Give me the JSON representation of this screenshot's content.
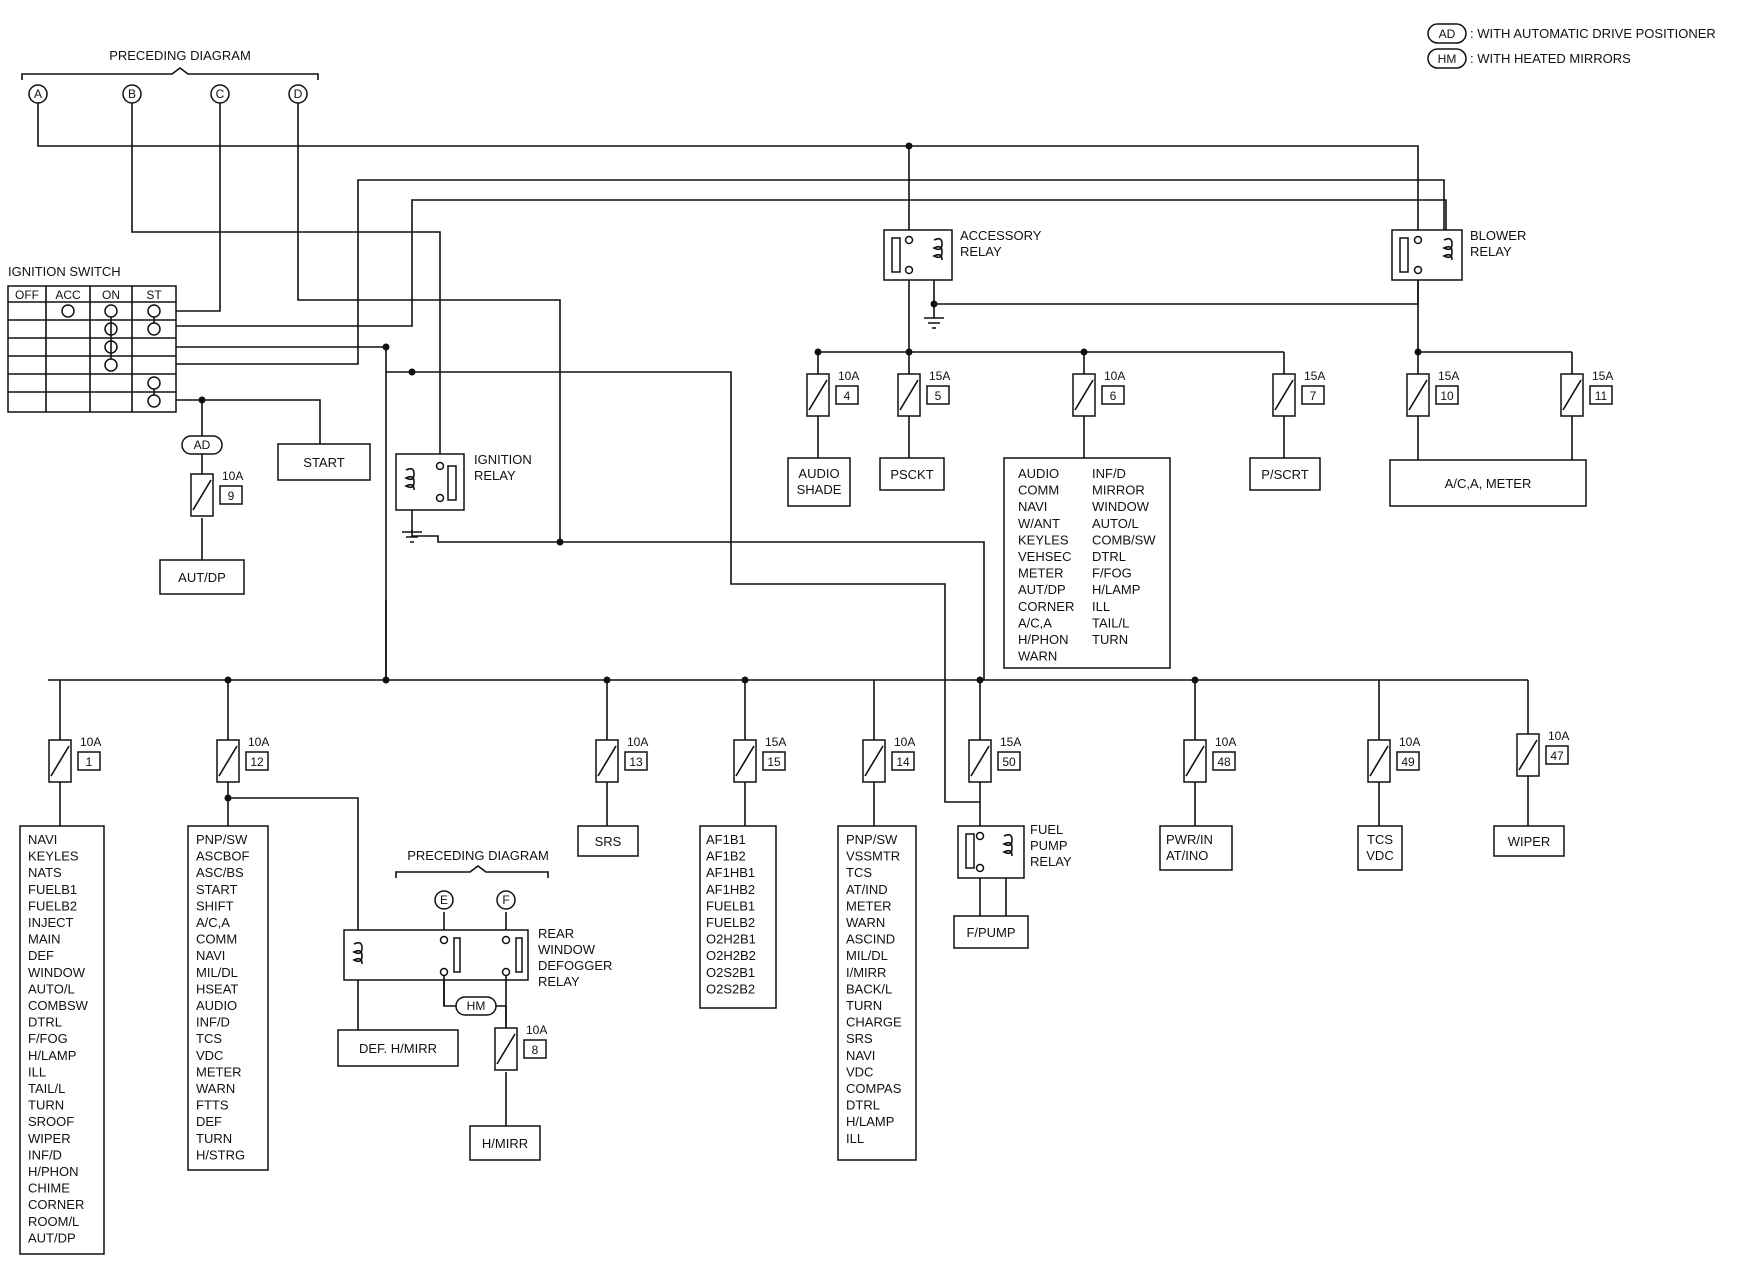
{
  "legend": {
    "ad": {
      "code": "AD",
      "text": ": WITH AUTOMATIC DRIVE POSITIONER"
    },
    "hm": {
      "code": "HM",
      "text": ": WITH HEATED MIRRORS"
    }
  },
  "preceding_top": {
    "title": "PRECEDING DIAGRAM",
    "connectors": [
      "A",
      "B",
      "C",
      "D"
    ]
  },
  "ignition_switch": {
    "title": "IGNITION SWITCH",
    "headers": [
      "OFF",
      "ACC",
      "ON",
      "ST"
    ]
  },
  "labels": {
    "start": "START",
    "autdp": "AUT/DP",
    "ad_tag": "AD",
    "ignition_relay": [
      "IGNITION",
      "RELAY"
    ],
    "accessory_relay": [
      "ACCESSORY",
      "RELAY"
    ],
    "blower_relay": [
      "BLOWER",
      "RELAY"
    ],
    "audio_shade": [
      "AUDIO",
      "SHADE"
    ],
    "psckt": "PSCKT",
    "pscrt": "P/SCRT",
    "acameter": "A/C,A, METER",
    "srs": "SRS",
    "fuel_pump_relay": [
      "FUEL",
      "PUMP",
      "RELAY"
    ],
    "fpump": "F/PUMP",
    "pwrin": [
      "PWR/IN",
      "AT/INO"
    ],
    "tcsvdc": [
      "TCS",
      "VDC"
    ],
    "wiper": "WIPER",
    "preceding_bottom": "PRECEDING DIAGRAM",
    "conn_e": "E",
    "conn_f": "F",
    "defogger_relay": [
      "REAR",
      "WINDOW",
      "DEFOGGER",
      "RELAY"
    ],
    "hm_tag": "HM",
    "def_hmirr": "DEF. H/MIRR",
    "hmirr": "H/MIRR"
  },
  "fuses": [
    {
      "id": "f9",
      "rating": "10A",
      "number": "9"
    },
    {
      "id": "f4",
      "rating": "10A",
      "number": "4"
    },
    {
      "id": "f5",
      "rating": "15A",
      "number": "5"
    },
    {
      "id": "f6",
      "rating": "10A",
      "number": "6"
    },
    {
      "id": "f7",
      "rating": "15A",
      "number": "7"
    },
    {
      "id": "f10",
      "rating": "15A",
      "number": "10"
    },
    {
      "id": "f11",
      "rating": "15A",
      "number": "11"
    },
    {
      "id": "f1",
      "rating": "10A",
      "number": "1"
    },
    {
      "id": "f12",
      "rating": "10A",
      "number": "12"
    },
    {
      "id": "f13",
      "rating": "10A",
      "number": "13"
    },
    {
      "id": "f15",
      "rating": "15A",
      "number": "15"
    },
    {
      "id": "f14",
      "rating": "10A",
      "number": "14"
    },
    {
      "id": "f50",
      "rating": "15A",
      "number": "50"
    },
    {
      "id": "f48",
      "rating": "10A",
      "number": "48"
    },
    {
      "id": "f49",
      "rating": "10A",
      "number": "49"
    },
    {
      "id": "f47",
      "rating": "10A",
      "number": "47"
    },
    {
      "id": "f8",
      "rating": "10A",
      "number": "8"
    }
  ],
  "lists": {
    "fuse6_left": [
      "AUDIO",
      "COMM",
      "NAVI",
      "W/ANT",
      "KEYLES",
      "VEHSEC",
      "METER",
      "AUT/DP",
      "CORNER",
      "A/C,A",
      "H/PHON",
      "WARN"
    ],
    "fuse6_right": [
      "INF/D",
      "MIRROR",
      "WINDOW",
      "AUTO/L",
      "COMB/SW",
      "DTRL",
      "F/FOG",
      "H/LAMP",
      "ILL",
      "TAIL/L",
      "TURN"
    ],
    "fuse1": [
      "NAVI",
      "KEYLES",
      "NATS",
      "FUELB1",
      "FUELB2",
      "INJECT",
      "MAIN",
      "DEF",
      "WINDOW",
      "AUTO/L",
      "COMBSW",
      "DTRL",
      "F/FOG",
      "H/LAMP",
      "ILL",
      "TAIL/L",
      "TURN",
      "SROOF",
      "WIPER",
      "INF/D",
      "H/PHON",
      "CHIME",
      "CORNER",
      "ROOM/L",
      "AUT/DP"
    ],
    "fuse12": [
      "PNP/SW",
      "ASCBOF",
      "ASC/BS",
      "START",
      "SHIFT",
      "A/C,A",
      "COMM",
      "NAVI",
      "MIL/DL",
      "HSEAT",
      "AUDIO",
      "INF/D",
      "TCS",
      "VDC",
      "METER",
      "WARN",
      "FTTS",
      "DEF",
      "TURN",
      "H/STRG"
    ],
    "fuse15": [
      "AF1B1",
      "AF1B2",
      "AF1HB1",
      "AF1HB2",
      "FUELB1",
      "FUELB2",
      "O2H2B1",
      "O2H2B2",
      "O2S2B1",
      "O2S2B2"
    ],
    "fuse14": [
      "PNP/SW",
      "VSSMTR",
      "TCS",
      "AT/IND",
      "METER",
      "WARN",
      "ASCIND",
      "MIL/DL",
      "I/MIRR",
      "BACK/L",
      "TURN",
      "CHARGE",
      "SRS",
      "NAVI",
      "VDC",
      "COMPAS",
      "DTRL",
      "H/LAMP",
      "ILL"
    ]
  }
}
